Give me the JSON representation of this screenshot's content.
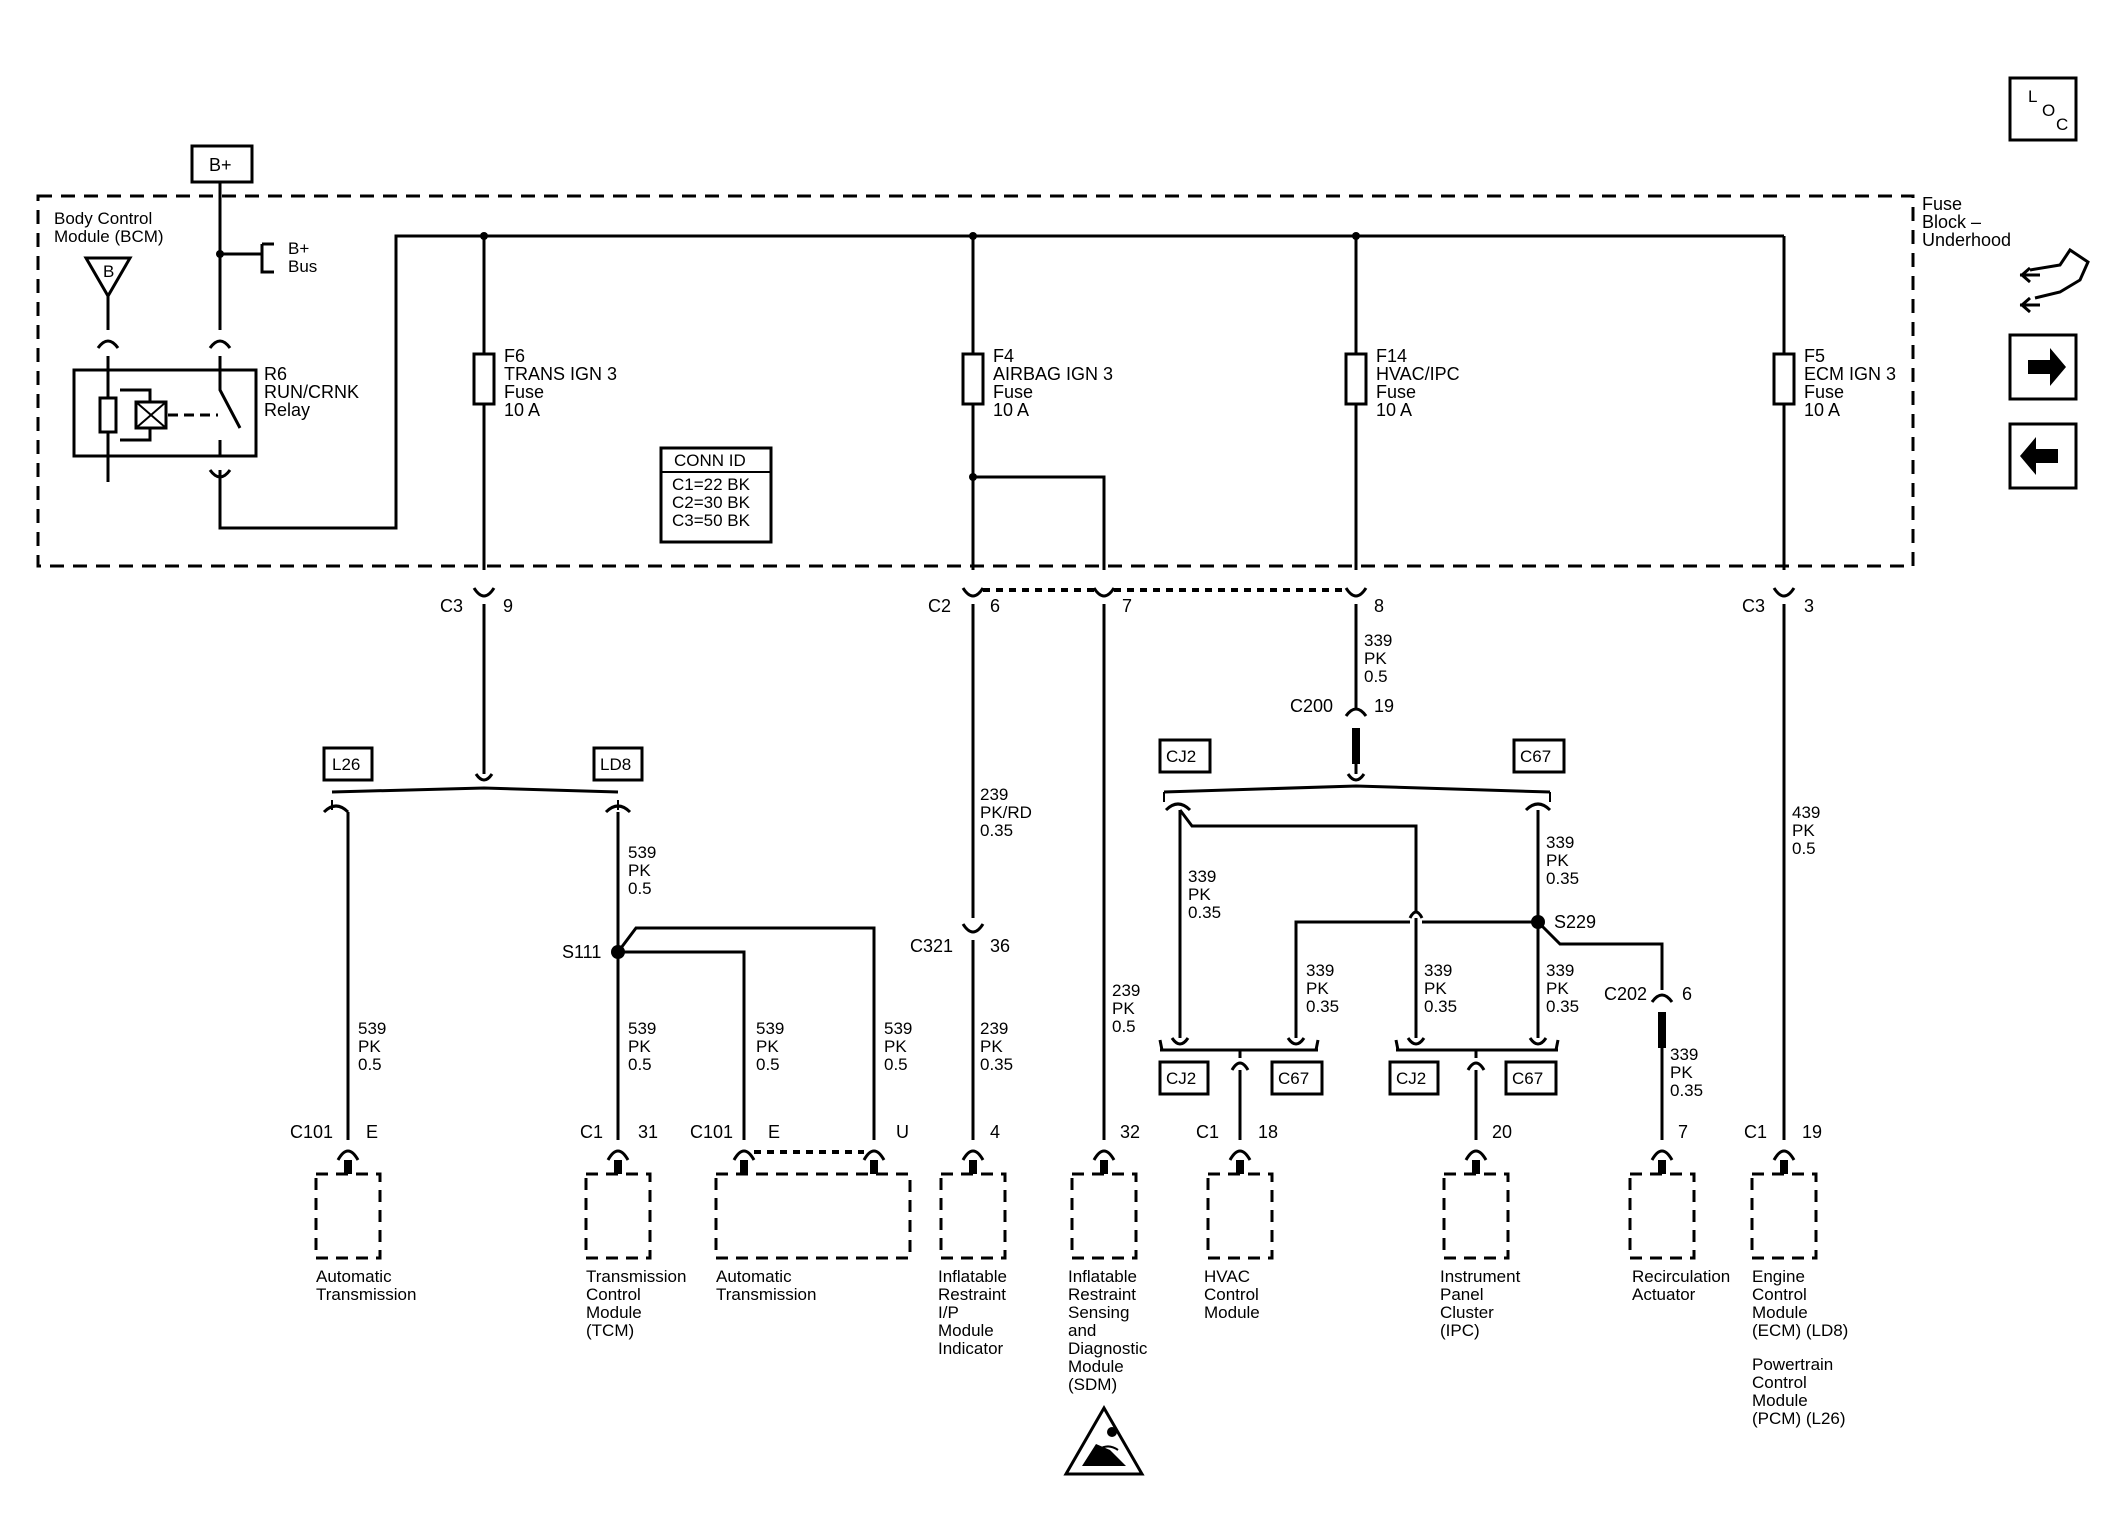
{
  "badges": {
    "bplus": "B+",
    "loc_l": "L",
    "loc_o": "O",
    "loc_c": "C"
  },
  "fuse_block": {
    "line1": "Fuse",
    "line2": "Block –",
    "line3": "Underhood"
  },
  "bcm": {
    "line1": "Body Control",
    "line2": "Module (BCM)",
    "pin": "B"
  },
  "bus": {
    "line1": "B+",
    "line2": "Bus"
  },
  "relay": {
    "line1": "R6",
    "line2": "RUN/CRNK",
    "line3": "Relay"
  },
  "fuses": [
    {
      "id": "F6",
      "name": "TRANS IGN 3",
      "type": "Fuse",
      "rating": "10 A"
    },
    {
      "id": "F4",
      "name": "AIRBAG IGN 3",
      "type": "Fuse",
      "rating": "10 A"
    },
    {
      "id": "F14",
      "name": "HVAC/IPC",
      "type": "Fuse",
      "rating": "10 A"
    },
    {
      "id": "F5",
      "name": "ECM IGN 3",
      "type": "Fuse",
      "rating": "10 A"
    }
  ],
  "conn_id": {
    "title": "CONN ID",
    "rows": [
      "C1=22 BK",
      "C2=30 BK",
      "C3=50 BK"
    ]
  },
  "conn_labels": {
    "c3": "C3",
    "c3_9": "9",
    "c2": "C2",
    "c2_6": "6",
    "c2_7": "7",
    "c2_8": "8",
    "c3b": "C3",
    "c3_3": "3",
    "c200": "C200",
    "c200_19": "19",
    "c321": "C321",
    "c321_36": "36",
    "c202": "C202",
    "c202_6": "6",
    "s111": "S111",
    "s229": "S229"
  },
  "options": {
    "l26": "L26",
    "ld8": "LD8",
    "cj2": "CJ2",
    "c67": "C67"
  },
  "wires": {
    "w339_top": [
      "339",
      "PK",
      "0.5"
    ],
    "w539_a": [
      "539",
      "PK",
      "0.5"
    ],
    "w539_b": [
      "539",
      "PK",
      "0.5"
    ],
    "w539_c": [
      "539",
      "PK",
      "0.5"
    ],
    "w539_d": [
      "539",
      "PK",
      "0.5"
    ],
    "w539_e": [
      "539",
      "PK",
      "0.5"
    ],
    "w239_top": [
      "239",
      "PK/RD",
      "0.35"
    ],
    "w239_bot": [
      "239",
      "PK",
      "0.35"
    ],
    "w239_sdm": [
      "239",
      "PK",
      "0.5"
    ],
    "w439": [
      "439",
      "PK",
      "0.5"
    ],
    "w339_l1": [
      "339",
      "PK",
      "0.35"
    ],
    "w339_r1": [
      "339",
      "PK",
      "0.35"
    ],
    "w339_m1": [
      "339",
      "PK",
      "0.35"
    ],
    "w339_m2": [
      "339",
      "PK",
      "0.35"
    ],
    "w339_m3": [
      "339",
      "PK",
      "0.35"
    ],
    "w339_rec": [
      "339",
      "PK",
      "0.35"
    ]
  },
  "bottom_pins": {
    "p1c": "C101",
    "p1n": "E",
    "p2c": "C1",
    "p2n": "31",
    "p3c": "C101",
    "p3n": "E",
    "p3u": "U",
    "p4n": "4",
    "p5n": "32",
    "p6c": "C1",
    "p6n": "18",
    "p7n": "20",
    "p8n": "7",
    "p9c": "C1",
    "p9n": "19"
  },
  "components": {
    "auto_trans_1": [
      "Automatic",
      "Transmission"
    ],
    "tcm": [
      "Transmission",
      "Control",
      "Module",
      "(TCM)"
    ],
    "auto_trans_2": [
      "Automatic",
      "Transmission"
    ],
    "ip_indicator": [
      "Inflatable",
      "Restraint",
      "I/P",
      "Module",
      "Indicator"
    ],
    "sdm": [
      "Inflatable",
      "Restraint",
      "Sensing",
      "and",
      "Diagnostic",
      "Module",
      "(SDM)"
    ],
    "hvac": [
      "HVAC",
      "Control",
      "Module"
    ],
    "ipc": [
      "Instrument",
      "Panel",
      "Cluster",
      "(IPC)"
    ],
    "recirc": [
      "Recirculation",
      "Actuator"
    ],
    "ecm": [
      "Engine",
      "Control",
      "Module",
      "(ECM) (LD8)"
    ],
    "pcm": [
      "Powertrain",
      "Control",
      "Module",
      "(PCM) (L26)"
    ]
  },
  "icons": [
    "loc-icon",
    "harness-icon",
    "next-arrow-icon",
    "prev-arrow-icon",
    "airbag-warning-icon"
  ]
}
